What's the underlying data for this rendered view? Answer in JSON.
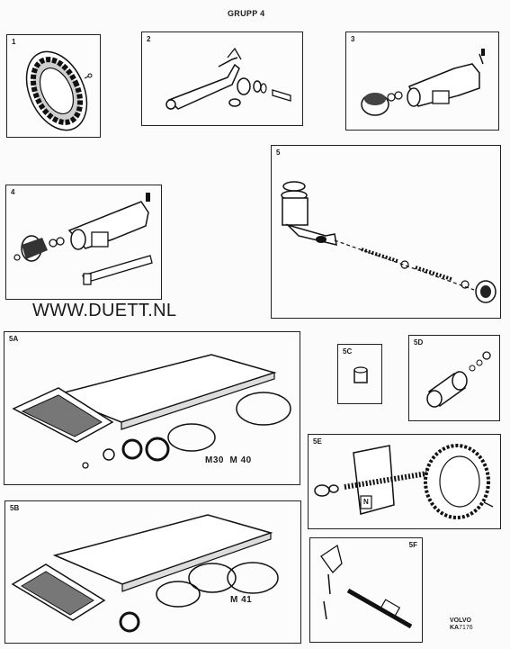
{
  "header": {
    "title": "GRUPP 4"
  },
  "watermark": "WWW.DUETT.NL",
  "panels": {
    "p1": {
      "number": "1"
    },
    "p2": {
      "number": "2"
    },
    "p3": {
      "number": "3"
    },
    "p4": {
      "number": "4"
    },
    "p5": {
      "number": "5"
    },
    "p5a": {
      "number": "5A",
      "label": "M30  M 40"
    },
    "p5b": {
      "number": "5B",
      "label": "M 41"
    },
    "p5c": {
      "number": "5C"
    },
    "p5d": {
      "number": "5D"
    },
    "p5e": {
      "number": "5E",
      "box_letter": "N"
    },
    "p5f": {
      "number": "5F"
    }
  },
  "footer": {
    "brand": "VOLVO",
    "code_prefix": "KA",
    "code_number": "7176"
  }
}
